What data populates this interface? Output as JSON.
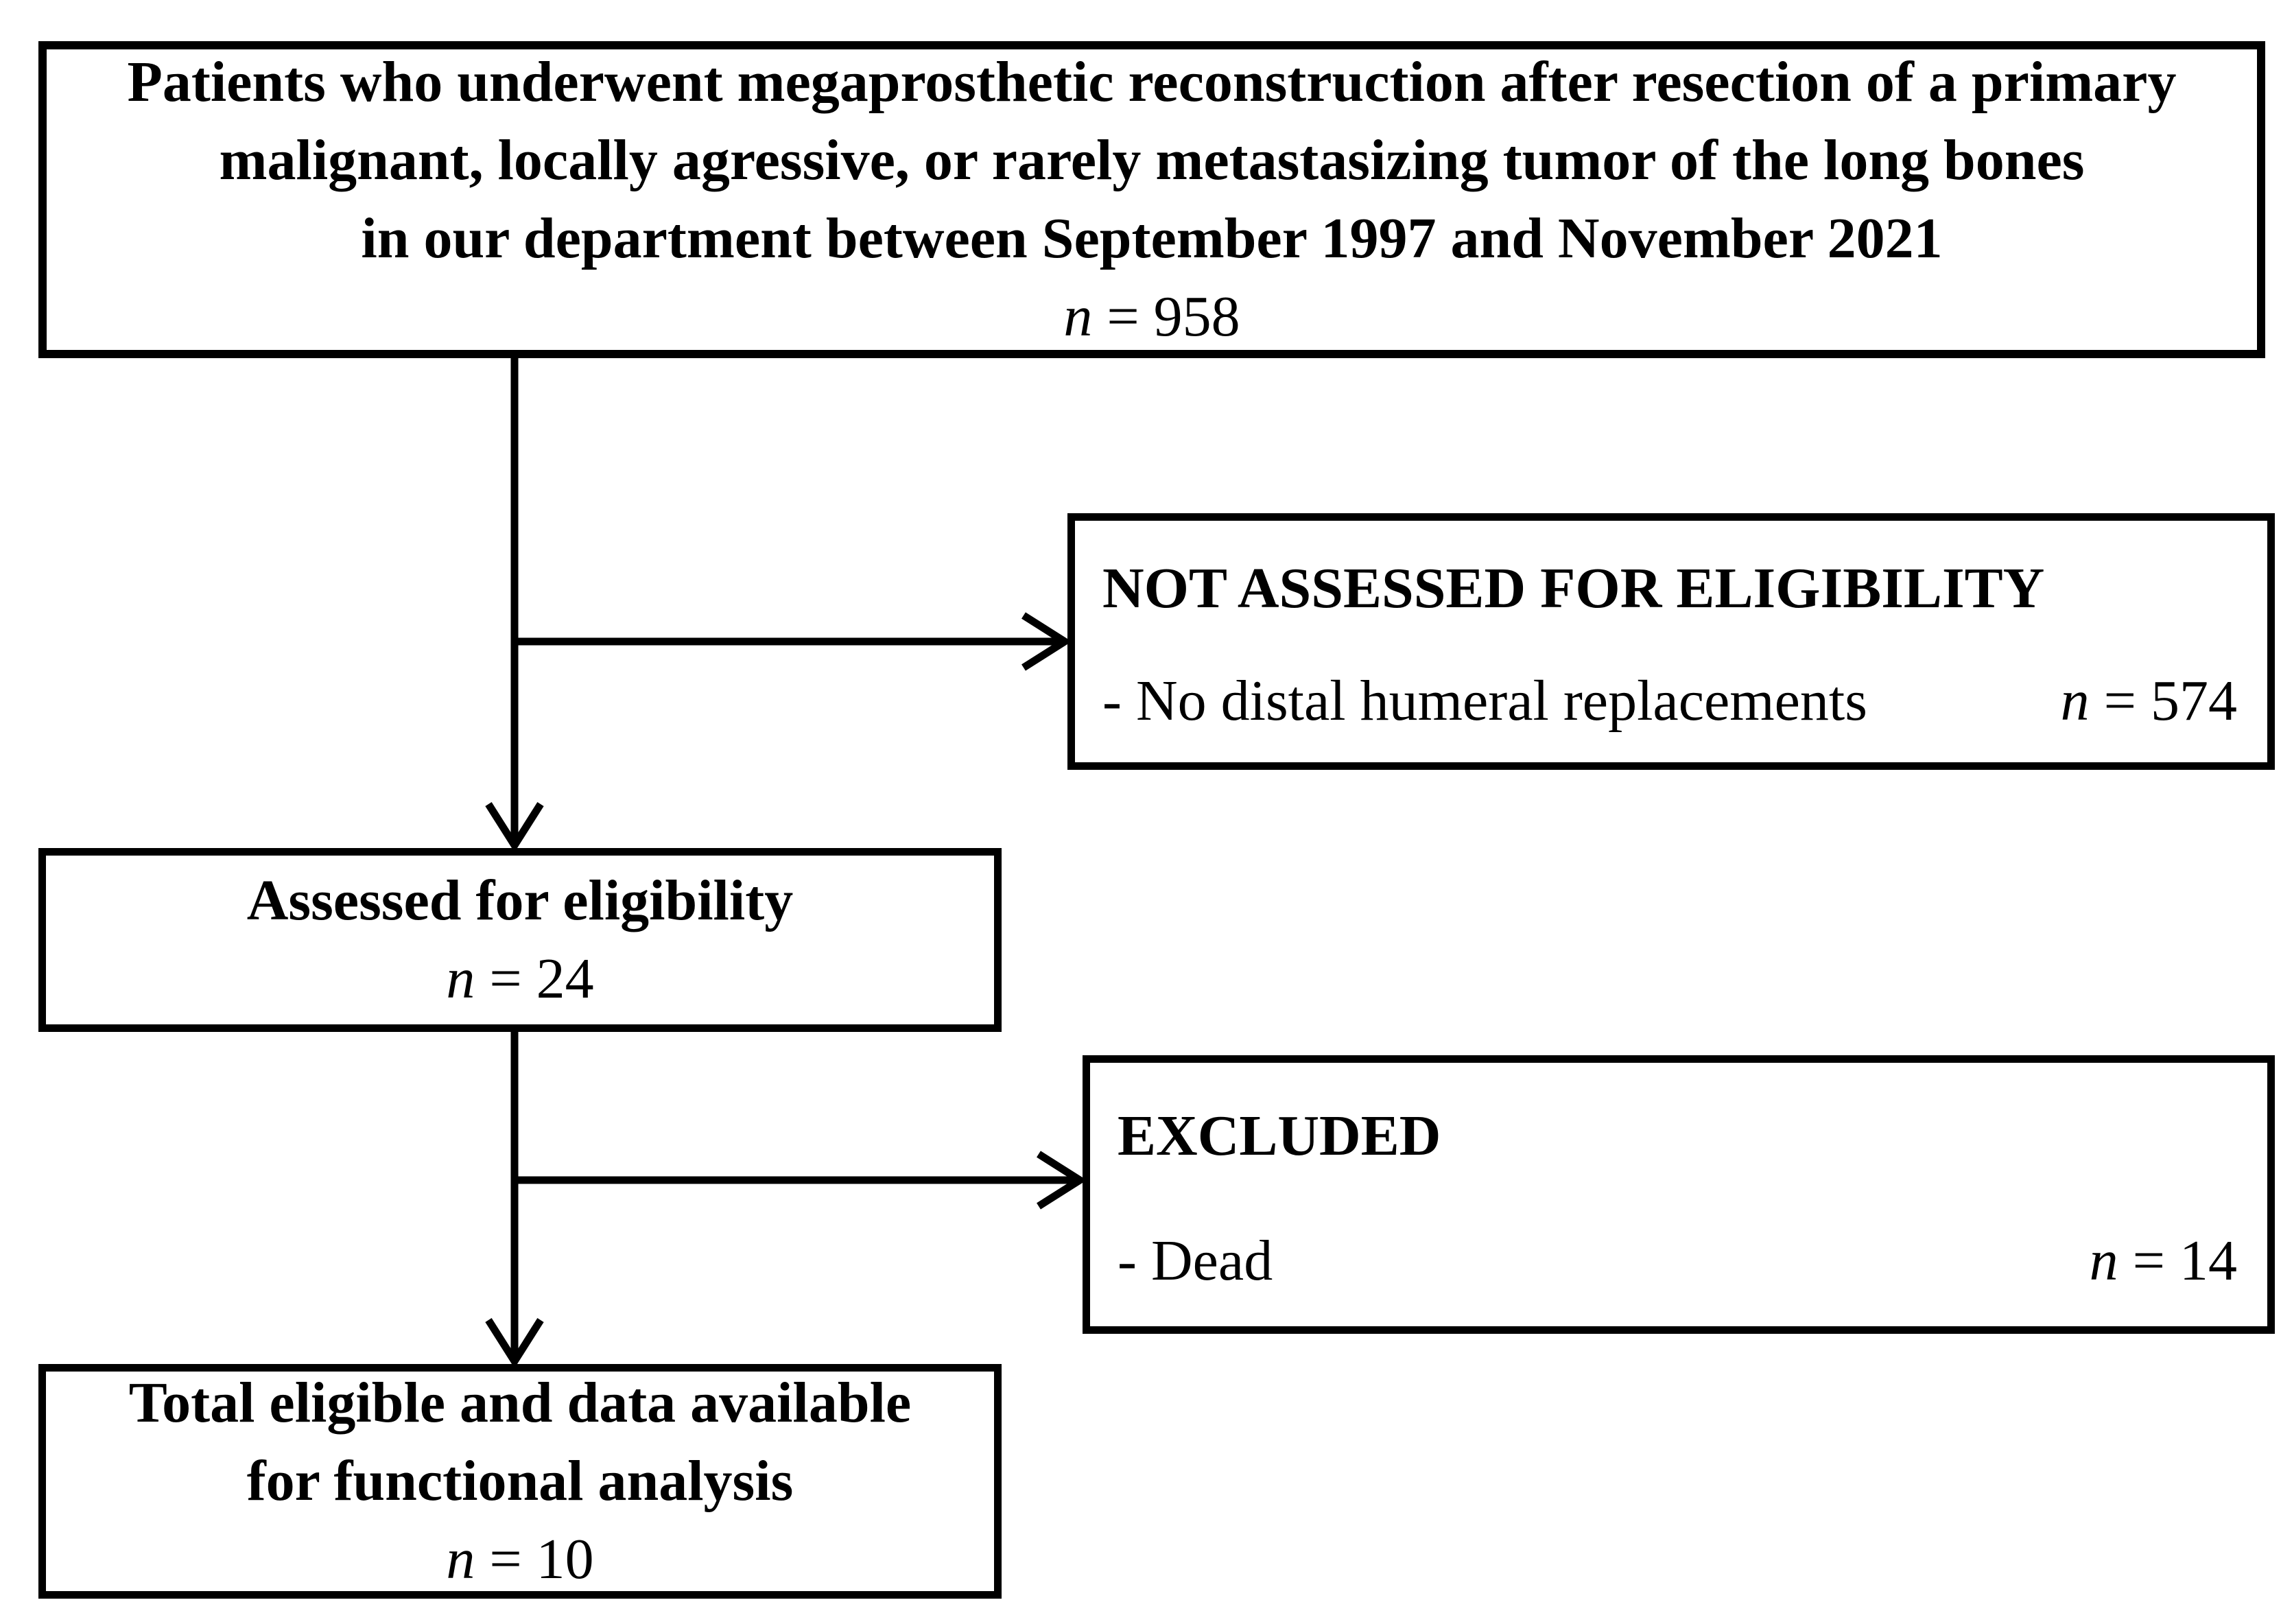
{
  "figure": {
    "type": "patient-flow-diagram",
    "colors": {
      "line": "#000000",
      "background": "#ffffff",
      "text": "#000000"
    },
    "boxes": {
      "initial": {
        "lines": [
          "Patients who underwent megaprosthetic reconstruction after resection of a primary",
          "malignant, locally agressive, or rarely metastasizing tumor of the long bones",
          "in our department between September 1997 and November 2021"
        ],
        "n_italic": "n",
        "n_rest": " = 958"
      },
      "not_assessed": {
        "title": "NOT ASSESSED FOR ELIGIBILITY",
        "reason": "- No distal humeral replacements",
        "n_italic": "n",
        "n_rest": " = 574"
      },
      "assessed": {
        "title": "Assessed for eligibility",
        "n_italic": "n",
        "n_rest": " = 24"
      },
      "excluded": {
        "title": "EXCLUDED",
        "reason": "- Dead",
        "n_italic": "n",
        "n_rest": " = 14"
      },
      "total": {
        "lines": [
          "Total eligible and data available",
          "for functional analysis"
        ],
        "n_italic": "n",
        "n_rest": " = 10"
      }
    }
  }
}
